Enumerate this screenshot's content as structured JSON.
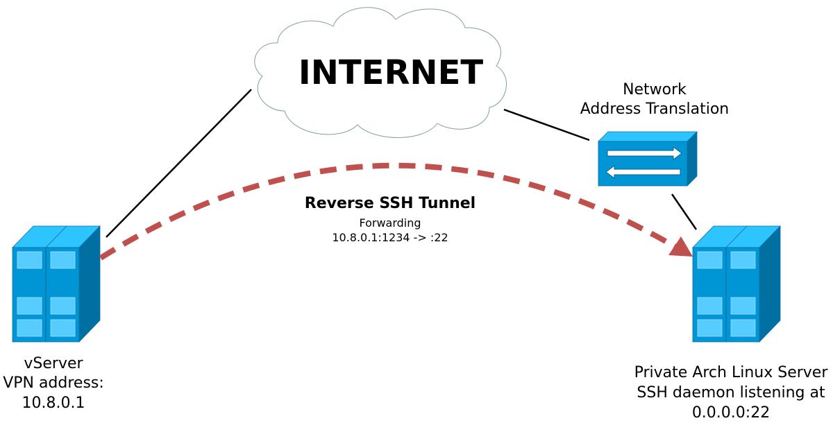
{
  "cloud": {
    "label": "INTERNET",
    "icon": "cloud-icon"
  },
  "nat": {
    "label_line1": "Network",
    "label_line2": "Address Translation",
    "icon": "nat-router-icon"
  },
  "tunnel": {
    "title": "Reverse SSH Tunnel",
    "subtitle_line1": "Forwarding",
    "subtitle_line2": "10.8.0.1:1234 -> :22",
    "color": "#c0504d"
  },
  "vserver": {
    "label_line1": "vServer",
    "label_line2": "VPN address:",
    "label_line3": "10.8.0.1",
    "icon": "server-icon"
  },
  "private_server": {
    "label_line1": "Private Arch Linux Server",
    "label_line2": "SSH daemon listening at",
    "label_line3": "0.0.0.0:22",
    "icon": "server-icon"
  },
  "colors": {
    "device_front": "#0096d6",
    "device_top": "#2ec4ff",
    "device_side": "#0070a3",
    "device_window": "#57ccff",
    "cloud_stroke": "#7f9f9f",
    "link": "#000000"
  }
}
